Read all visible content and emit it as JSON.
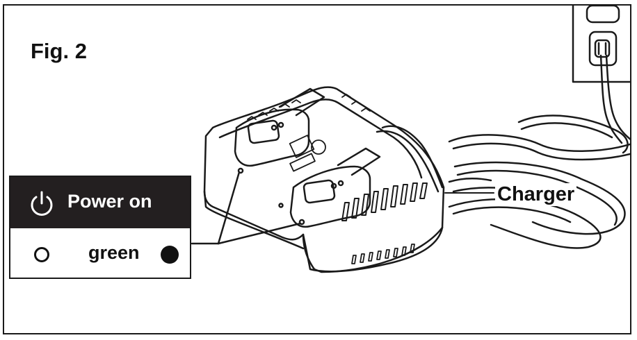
{
  "figure": {
    "title": "Fig. 2"
  },
  "legend": {
    "status_label": "Power on",
    "status_icon": "power-icon",
    "indicator_text": "green",
    "off_indicator_icon": "hollow-circle-icon",
    "on_indicator_icon": "filled-circle-icon",
    "header_color": "#231f20"
  },
  "callouts": {
    "charger_label": "Charger"
  }
}
